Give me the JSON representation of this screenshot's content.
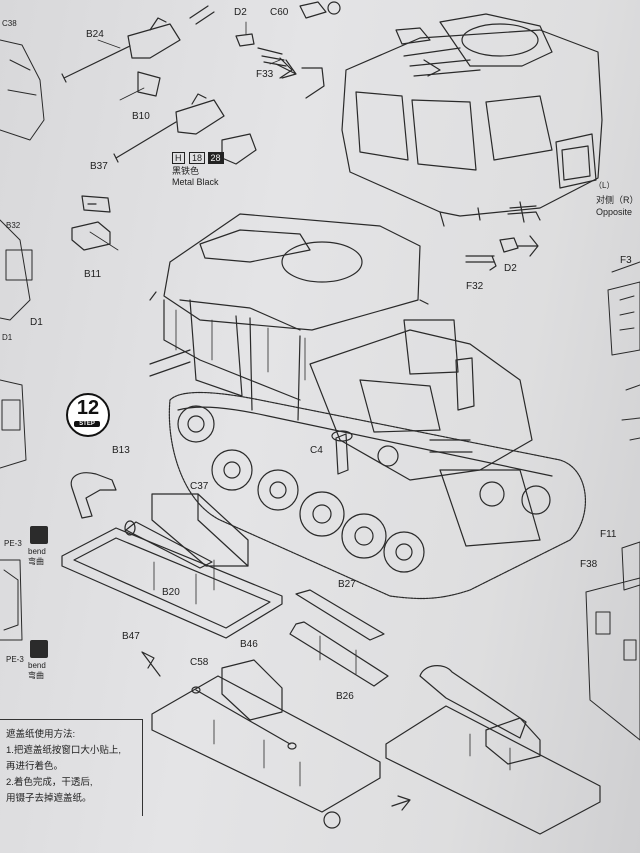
{
  "step": {
    "number": "12",
    "caption": "STEP"
  },
  "paint": {
    "h_label": "H",
    "h_num1": "18",
    "h_num2": "28",
    "color_cn": "黑铁色",
    "color_en": "Metal Black"
  },
  "bend": {
    "label_en": "bend",
    "label_cn": "弯曲"
  },
  "side_note": {
    "cn": "对侧（R）",
    "en": "Opposite"
  },
  "parts": {
    "B24": "B24",
    "B10": "B10",
    "B37": "B37",
    "B11": "B11",
    "D2a": "D2",
    "C60": "C60",
    "F33": "F33",
    "L": "（L）",
    "D2b": "D2",
    "F32": "F32",
    "C4": "C4",
    "B13": "B13",
    "C37": "C37",
    "B20": "B20",
    "B47": "B47",
    "B27": "B27",
    "B26": "B26",
    "B46": "B46",
    "C58": "C58",
    "F3": "F3",
    "F11": "F11",
    "F38": "F38",
    "C38": "C38",
    "B32": "B32",
    "D1a": "D1",
    "D1b": "D1",
    "PE3a": "PE-3",
    "PE3b": "PE-3"
  },
  "mask_instructions": [
    "遮盖纸使用方法:",
    "1.把遮盖纸按窗口大小贴上,",
    "  再进行着色。",
    "2.着色完成，干透后,",
    "  用镊子去掉遮盖纸。"
  ]
}
